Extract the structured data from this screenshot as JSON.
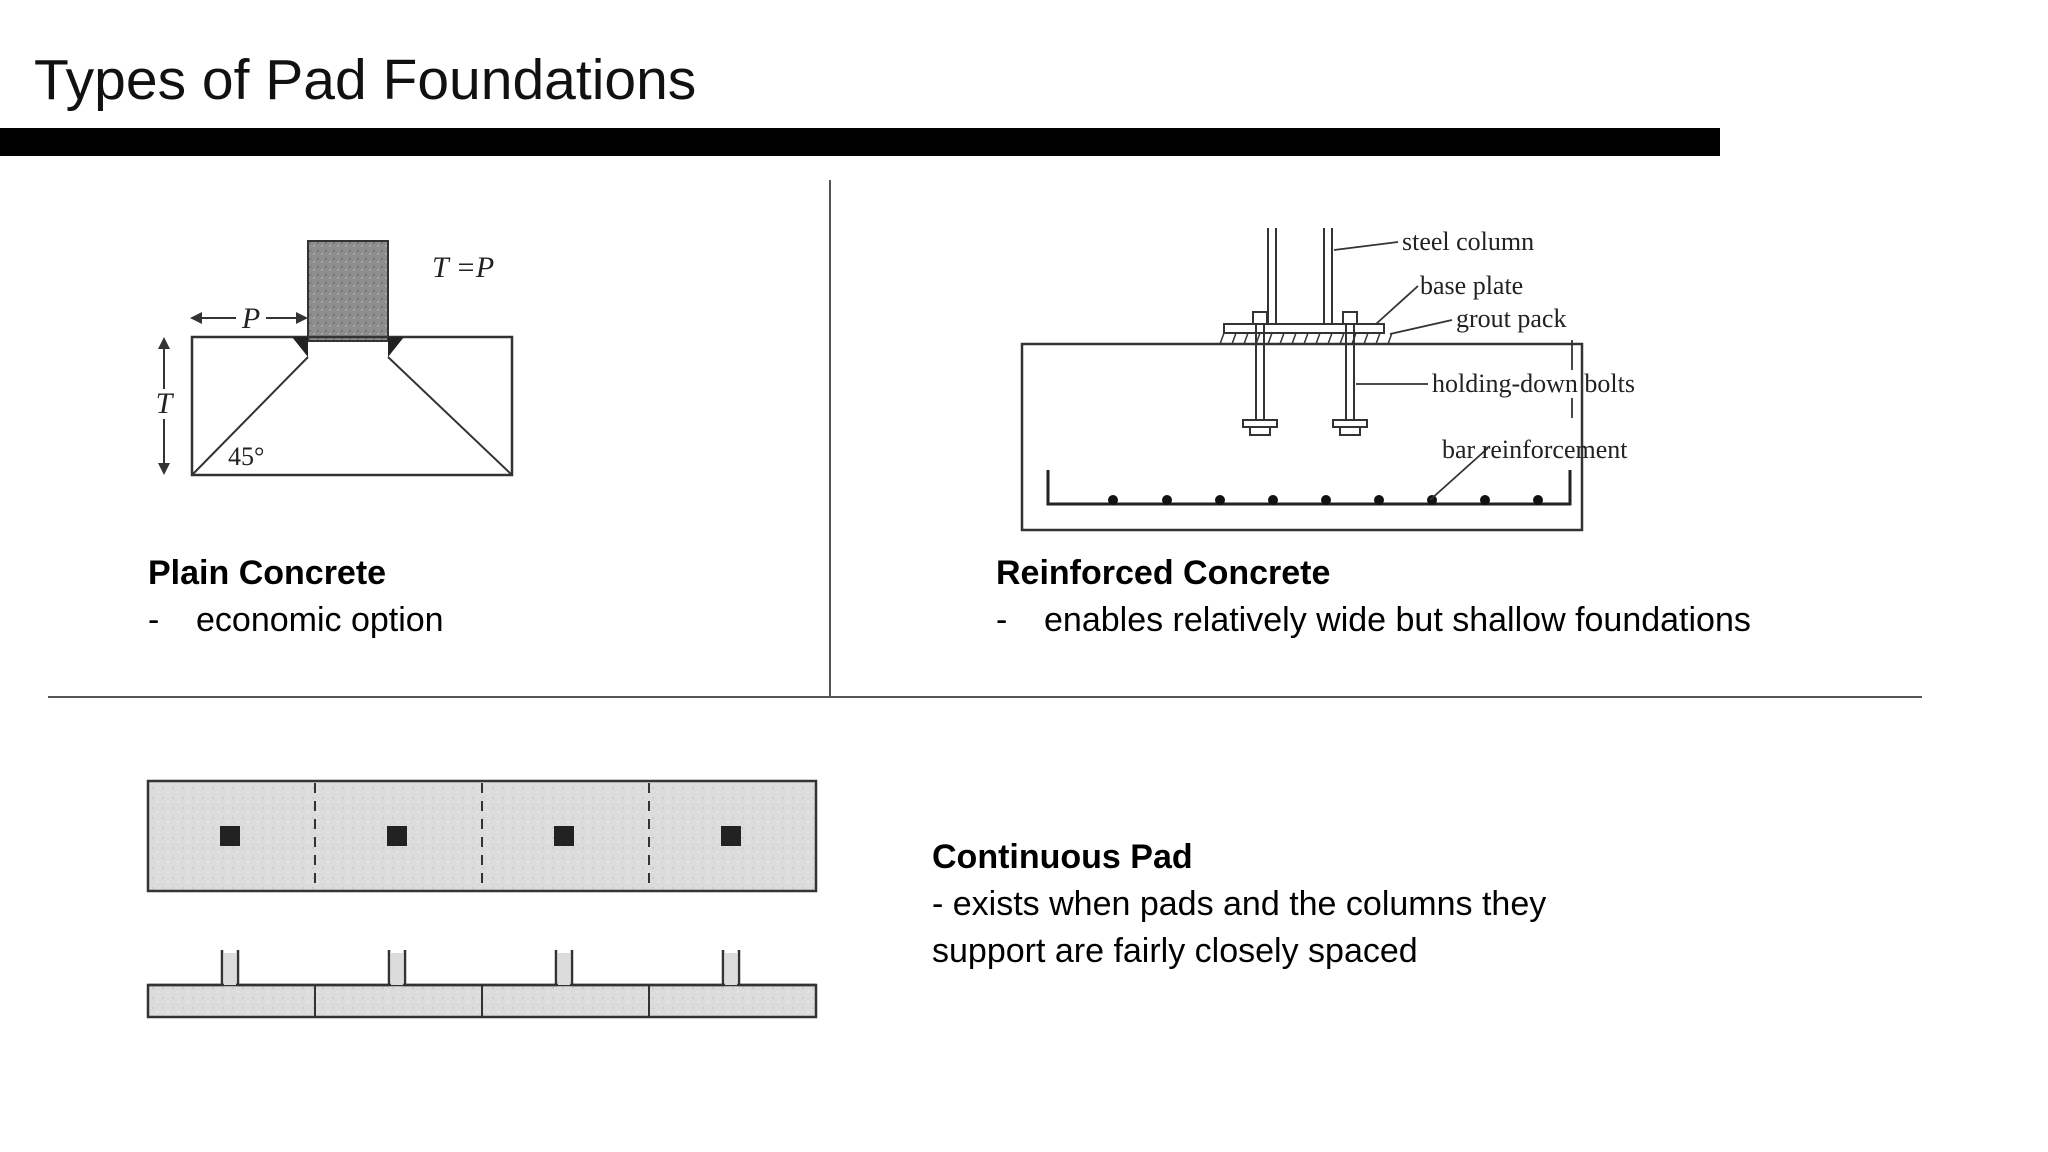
{
  "slide": {
    "title": "Types of Pad Foundations"
  },
  "plain": {
    "heading": "Plain Concrete",
    "bullets": [
      "economic option"
    ],
    "diagram": {
      "eq_label": "T =P",
      "p_label": "P",
      "t_label": "T",
      "angle_label": "45°"
    }
  },
  "reinforced": {
    "heading": "Reinforced Concrete",
    "bullets": [
      "enables relatively wide but shallow foundations"
    ],
    "diagram": {
      "labels": [
        "steel column",
        "base plate",
        "grout pack",
        "holding-down bolts",
        "bar reinforcement"
      ]
    }
  },
  "continuous": {
    "heading": "Continuous Pad",
    "lines": [
      "- exists when pads and the columns they",
      "support are fairly closely spaced"
    ]
  }
}
